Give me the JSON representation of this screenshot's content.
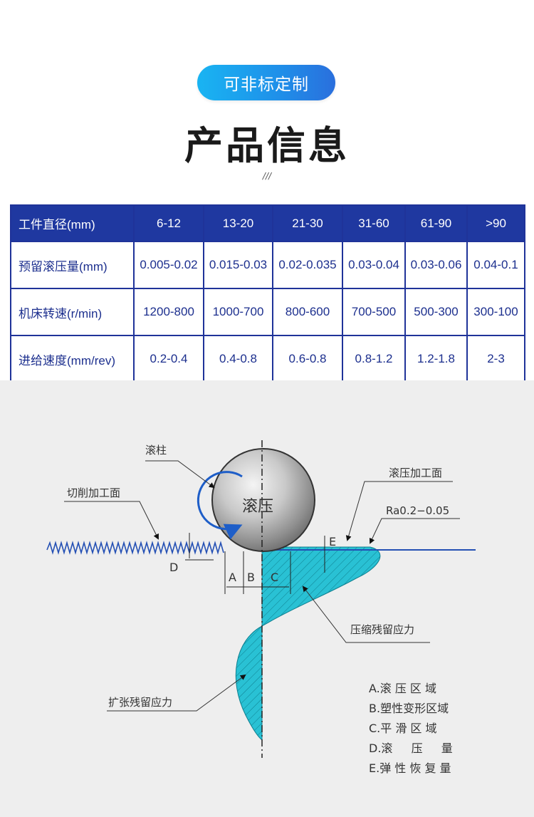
{
  "header": {
    "badge": "可非标定制",
    "title": "产品信息",
    "divider": "///"
  },
  "table": {
    "columns": [
      "工件直径(mm)",
      "6-12",
      "13-20",
      "21-30",
      "31-60",
      "61-90",
      ">90"
    ],
    "rows": [
      [
        "预留滚压量(mm)",
        "0.005-0.02",
        "0.015-0.03",
        "0.02-0.035",
        "0.03-0.04",
        "0.03-0.06",
        "0.04-0.1"
      ],
      [
        "机床转速(r/min)",
        "1200-800",
        "1000-700",
        "800-600",
        "700-500",
        "500-300",
        "300-100"
      ],
      [
        "进给速度(mm/rev)",
        "0.2-0.4",
        "0.4-0.8",
        "0.6-0.8",
        "0.8-1.2",
        "1.2-1.8",
        "2-3"
      ]
    ]
  },
  "diagram": {
    "labels": {
      "roller": "滚柱",
      "rolling": "滚压",
      "cut_surface": "切削加工面",
      "rolled_surface": "滚压加工面",
      "roughness": "Ra0.2−0.05",
      "compressive_stress": "压缩残留应力",
      "tensile_stress": "扩张残留应力",
      "a": "A",
      "b": "B",
      "c": "C",
      "d": "D",
      "e": "E"
    },
    "legend": [
      "A.滚 压 区 域",
      "B.塑性变形区域",
      "C.平 滑 区 域",
      "D.滚 　 压 　 量",
      "E.弹 性 恢 复 量"
    ],
    "colors": {
      "stress_fill": "#29c1d4",
      "surface_line": "#2450b4",
      "roller_arrow": "#1e5ec8"
    }
  }
}
